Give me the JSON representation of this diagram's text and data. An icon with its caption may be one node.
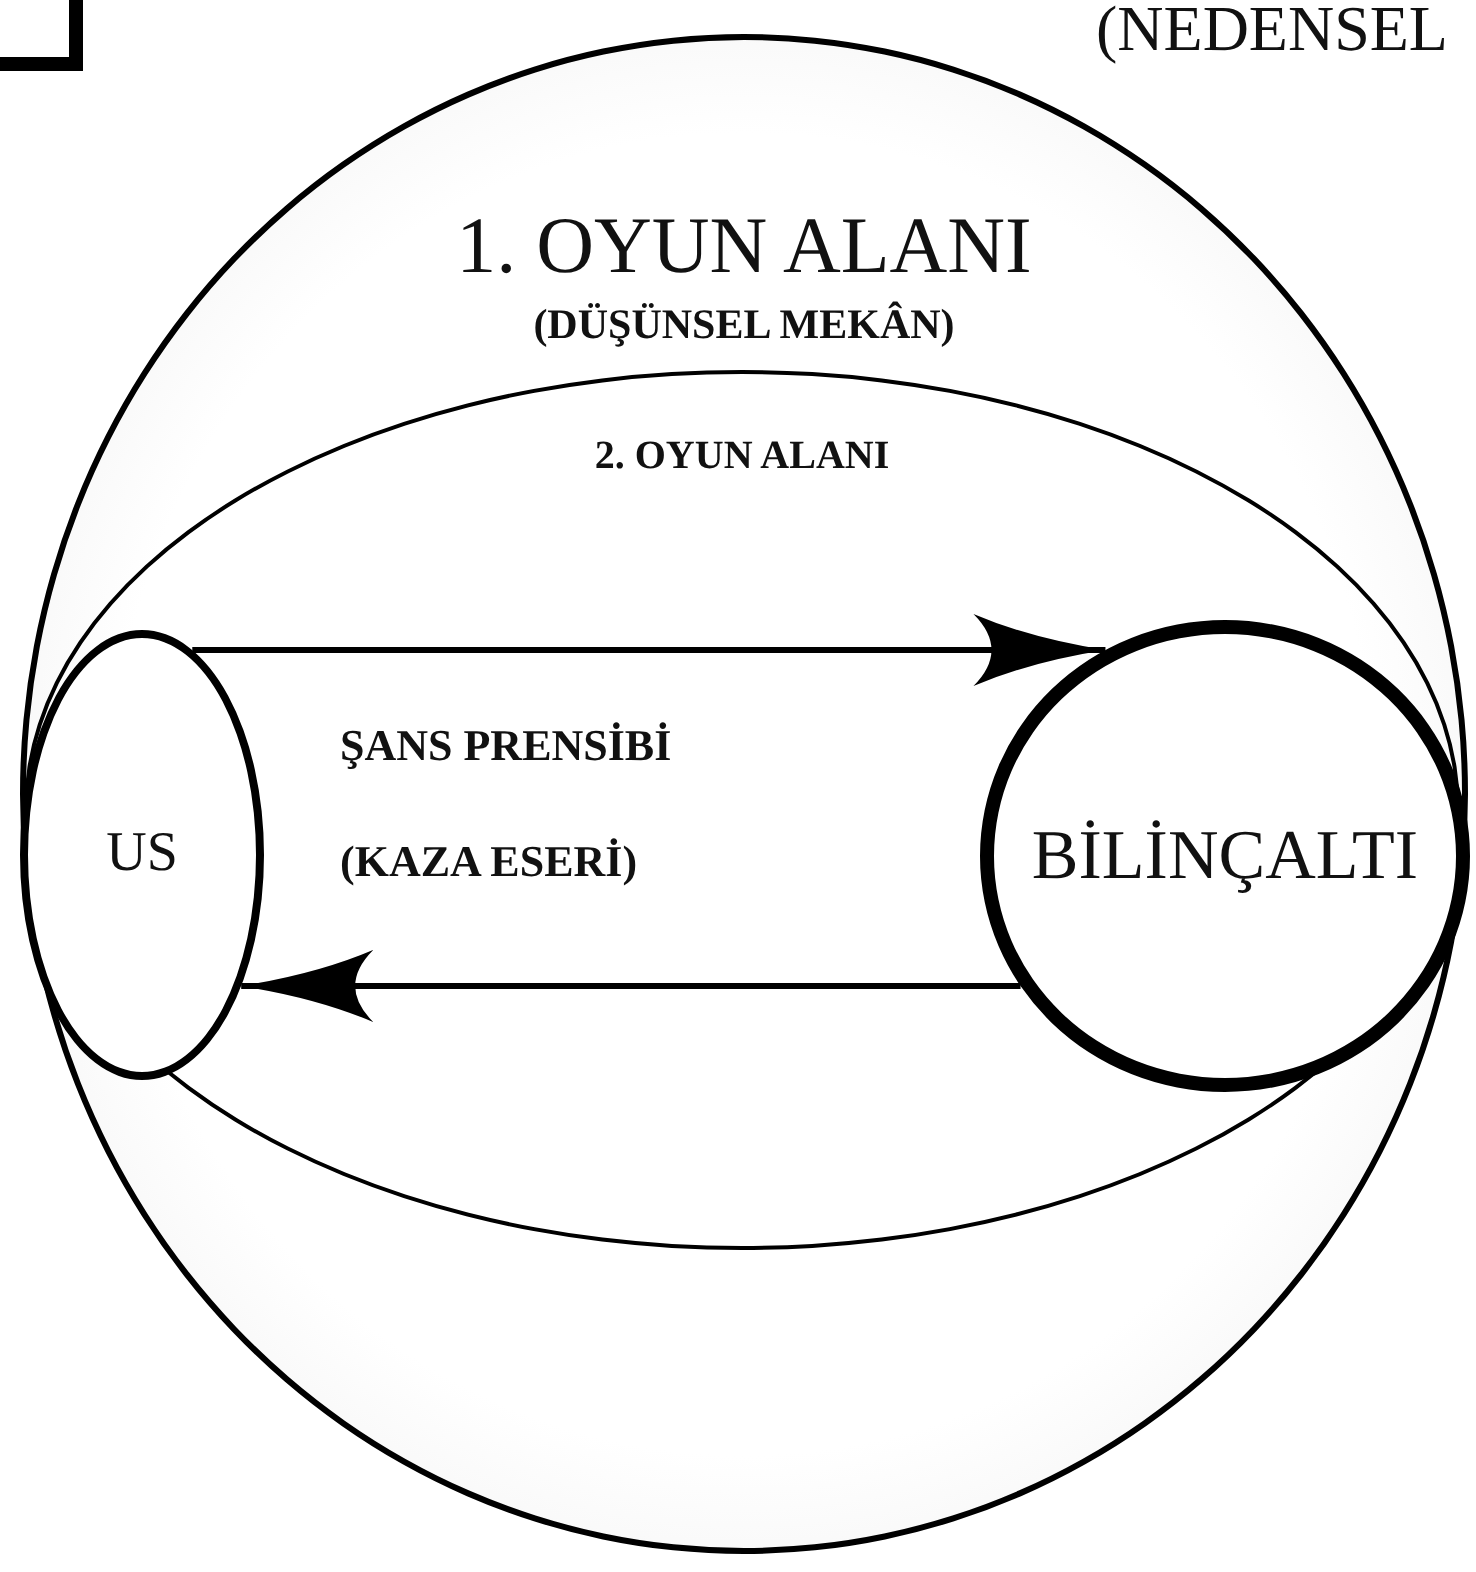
{
  "diagram": {
    "nodes": [
      {
        "text": [
          "1. OYUN ALANI",
          "(DÜŞÜNSEL MEKÂN)"
        ]
      },
      {
        "text": [
          "2. OYUN ALANI"
        ],
        "in": 0
      },
      {
        "text": [
          "US"
        ],
        "in": 1
      },
      {
        "text": [
          "BİLİNÇALTI"
        ],
        "in": 1
      }
    ],
    "edges": [
      {
        "from": 2,
        "to": 3,
        "arrow": "to"
      },
      {
        "from": 3,
        "to": 2,
        "arrow": "to"
      }
    ],
    "labels": [
      "(NEDENSEL",
      "ŞANS PRENSİBİ",
      "(KAZA ESERİ)"
    ]
  }
}
